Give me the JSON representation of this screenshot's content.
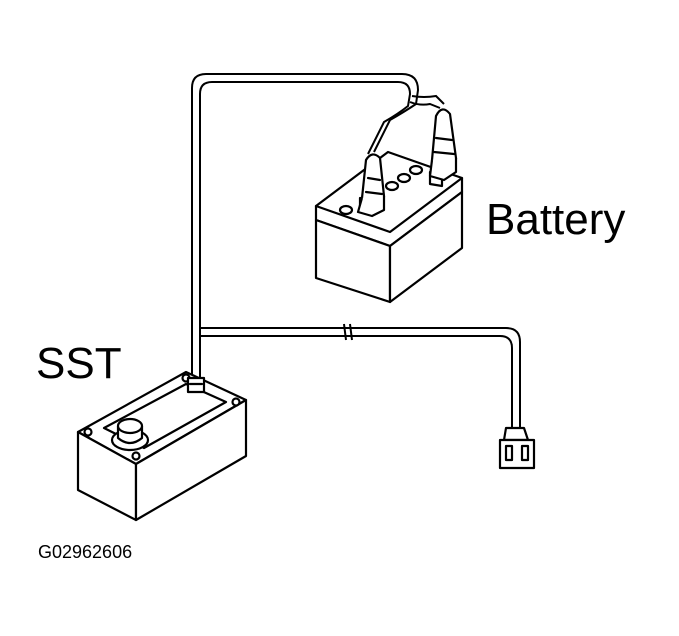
{
  "labels": {
    "battery": "Battery",
    "sst": "SST",
    "figure_code": "G02962606"
  },
  "colors": {
    "ink": "#000000",
    "paper": "#ffffff"
  }
}
